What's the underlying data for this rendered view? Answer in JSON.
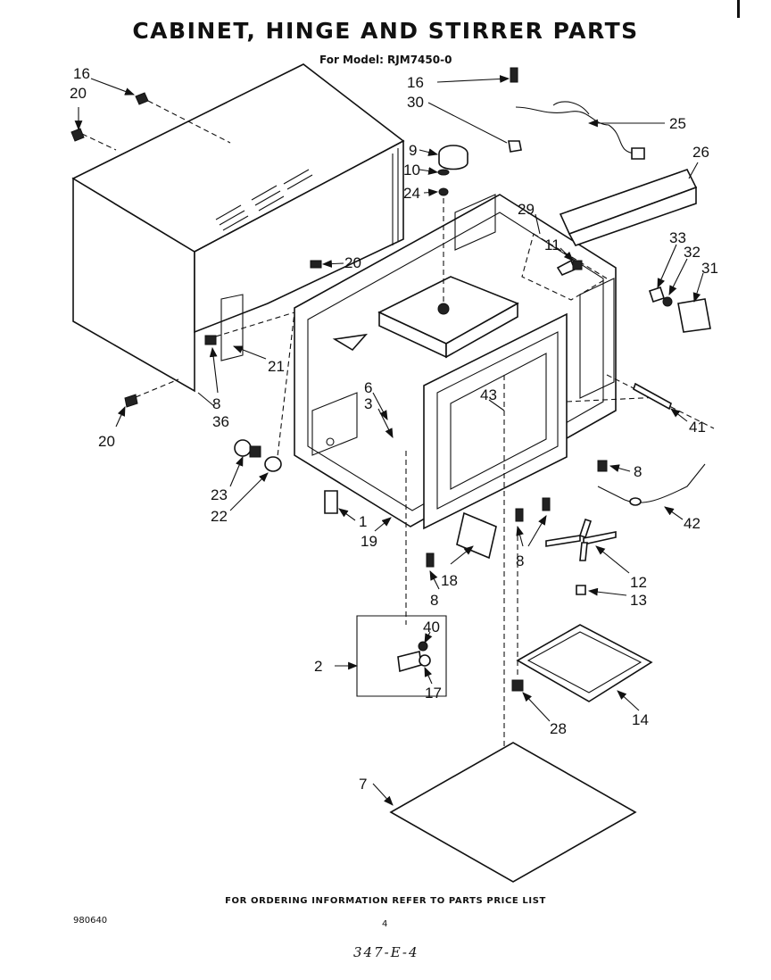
{
  "header": {
    "title": "CABINET, HINGE AND STIRRER PARTS",
    "model_line": "For Model: RJM7450-0"
  },
  "footer": {
    "ordering_note": "FOR ORDERING INFORMATION REFER TO PARTS PRICE LIST",
    "document_number": "980640",
    "page_number": "4",
    "handwritten_note": "347-E-4"
  },
  "callouts": [
    {
      "id": "c16a",
      "text": "16"
    },
    {
      "id": "c20a",
      "text": "20"
    },
    {
      "id": "c16b",
      "text": "16"
    },
    {
      "id": "c30",
      "text": "30"
    },
    {
      "id": "c25",
      "text": "25"
    },
    {
      "id": "c9",
      "text": "9"
    },
    {
      "id": "c10",
      "text": "10"
    },
    {
      "id": "c24",
      "text": "24"
    },
    {
      "id": "c26",
      "text": "26"
    },
    {
      "id": "c29",
      "text": "29"
    },
    {
      "id": "c11",
      "text": "11"
    },
    {
      "id": "c33",
      "text": "33"
    },
    {
      "id": "c32",
      "text": "32"
    },
    {
      "id": "c31",
      "text": "31"
    },
    {
      "id": "c20b",
      "text": "20"
    },
    {
      "id": "c21",
      "text": "21"
    },
    {
      "id": "c8a",
      "text": "8"
    },
    {
      "id": "c36",
      "text": "36"
    },
    {
      "id": "c6",
      "text": "6"
    },
    {
      "id": "c3",
      "text": "3"
    },
    {
      "id": "c43",
      "text": "43"
    },
    {
      "id": "c41",
      "text": "41"
    },
    {
      "id": "c20c",
      "text": "20"
    },
    {
      "id": "c23",
      "text": "23"
    },
    {
      "id": "c22",
      "text": "22"
    },
    {
      "id": "c8b",
      "text": "8"
    },
    {
      "id": "c42",
      "text": "42"
    },
    {
      "id": "c1",
      "text": "1"
    },
    {
      "id": "c19",
      "text": "19"
    },
    {
      "id": "c8c",
      "text": "8"
    },
    {
      "id": "c12",
      "text": "12"
    },
    {
      "id": "c18",
      "text": "18"
    },
    {
      "id": "c8d",
      "text": "8"
    },
    {
      "id": "c13",
      "text": "13"
    },
    {
      "id": "c40",
      "text": "40"
    },
    {
      "id": "c2",
      "text": "2"
    },
    {
      "id": "c17",
      "text": "17"
    },
    {
      "id": "c28",
      "text": "28"
    },
    {
      "id": "c14",
      "text": "14"
    },
    {
      "id": "c7",
      "text": "7"
    }
  ]
}
